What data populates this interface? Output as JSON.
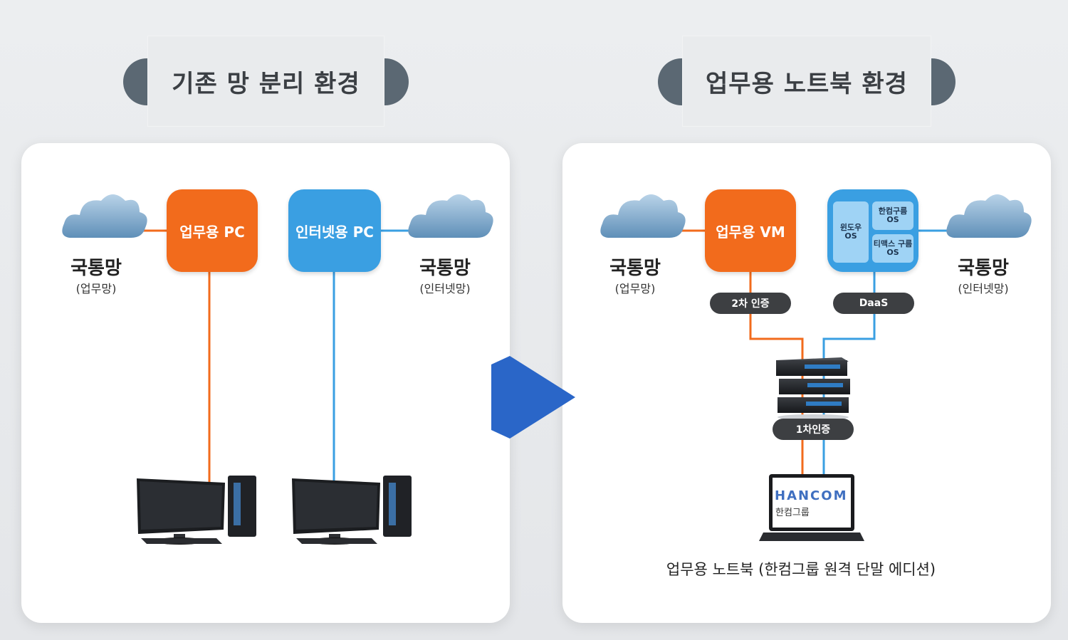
{
  "left": {
    "title": "기존 망 분리 환경",
    "work_pc": "업무용 PC",
    "internet_pc": "인터넷용 PC",
    "net_left": {
      "name": "국통망",
      "sub": "(업무망)"
    },
    "net_right": {
      "name": "국통망",
      "sub": "(인터넷망)"
    }
  },
  "right": {
    "title": "업무용 노트북 환경",
    "work_vm": "업무용 VM",
    "windows_os": "윈도우\nOS",
    "hancom_os": "한컴구름\nOS",
    "tmax_os": "티맥스 구름\nOS",
    "auth2": "2차 인증",
    "daas": "DaaS",
    "auth1": "1차인증",
    "laptop_logo": "HANCOM",
    "laptop_sub": "한컴그룹",
    "caption": "업무용 노트북 (한컴그룹 원격 단말 에디션)",
    "net_left": {
      "name": "국통망",
      "sub": "(업무망)"
    },
    "net_right": {
      "name": "국통망",
      "sub": "(인터넷망)"
    }
  },
  "colors": {
    "orange": "#f26b1c",
    "blue": "#3a9fe2",
    "arrow": "#2a66c8",
    "tab": "#5b6873"
  }
}
